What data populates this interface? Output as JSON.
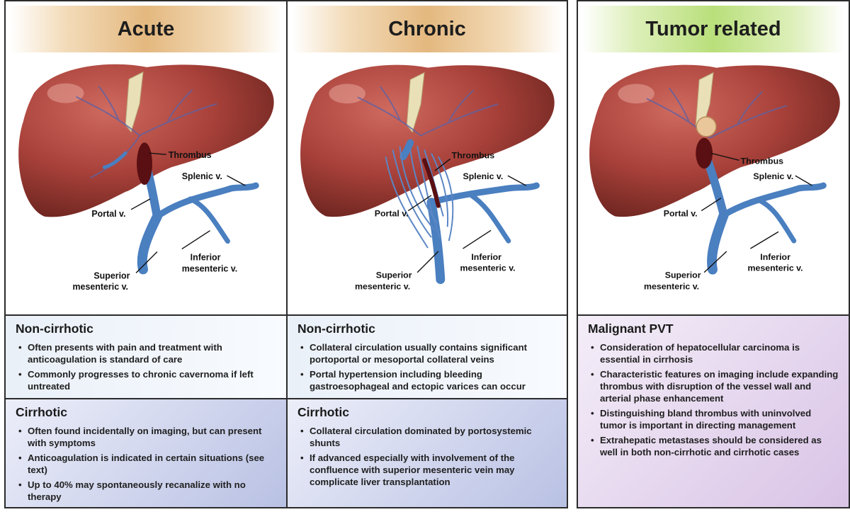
{
  "panels": {
    "acute": {
      "title": "Acute",
      "labels": {
        "thrombus": "Thrombus",
        "splenic": "Splenic v.",
        "portal": "Portal v.",
        "inferior_1": "Inferior",
        "inferior_2": "mesenteric v.",
        "superior_1": "Superior",
        "superior_2": "mesenteric v."
      },
      "non_cirrhotic": {
        "heading": "Non-cirrhotic",
        "bullets": [
          "Often presents with pain and treatment with anticoagulation is standard of care",
          "Commonly progresses to chronic cavernoma if left untreated"
        ]
      },
      "cirrhotic": {
        "heading": "Cirrhotic",
        "bullets": [
          "Often found incidentally on imaging, but can present with symptoms",
          "Anticoagulation is indicated in certain situations (see text)",
          "Up to 40% may spontaneously recanalize with no therapy"
        ]
      }
    },
    "chronic": {
      "title": "Chronic",
      "labels": {
        "thrombus": "Thrombus",
        "splenic": "Splenic v.",
        "portal": "Portal v.",
        "inferior_1": "Inferior",
        "inferior_2": "mesenteric v.",
        "superior_1": "Superior",
        "superior_2": "mesenteric v."
      },
      "non_cirrhotic": {
        "heading": "Non-cirrhotic",
        "bullets": [
          "Collateral circulation usually contains significant portoportal or mesoportal collateral veins",
          "Portal hypertension including bleeding gastroesophageal and ectopic varices can occur"
        ]
      },
      "cirrhotic": {
        "heading": "Cirrhotic",
        "bullets": [
          "Collateral circulation dominated by portosystemic shunts",
          "If advanced especially with involvement of the confluence with superior mesenteric vein may complicate liver transplantation"
        ]
      }
    },
    "tumor": {
      "title": "Tumor related",
      "labels": {
        "thrombus": "Thrombus",
        "splenic": "Splenic v.",
        "portal": "Portal v.",
        "inferior_1": "Inferior",
        "inferior_2": "mesenteric v.",
        "superior_1": "Superior",
        "superior_2": "mesenteric v."
      },
      "malignant": {
        "heading": "Malignant PVT",
        "bullets": [
          "Consideration of hepatocellular carcinoma is essential in cirrhosis",
          "Characteristic features on imaging include expanding thrombus with disruption of the vessel wall and arterial phase enhancement",
          "Distinguishing bland thrombus with uninvolved tumor is important in directing management",
          "Extrahepatic metastases should be considered as well in both non-cirrhotic and cirrhotic cases"
        ]
      }
    }
  },
  "colors": {
    "liver": "#a8413a",
    "vein": "#4a7fc0",
    "thrombus": "#5a0f12",
    "header_orange": "#e4b87f",
    "header_green": "#b9df7b"
  }
}
